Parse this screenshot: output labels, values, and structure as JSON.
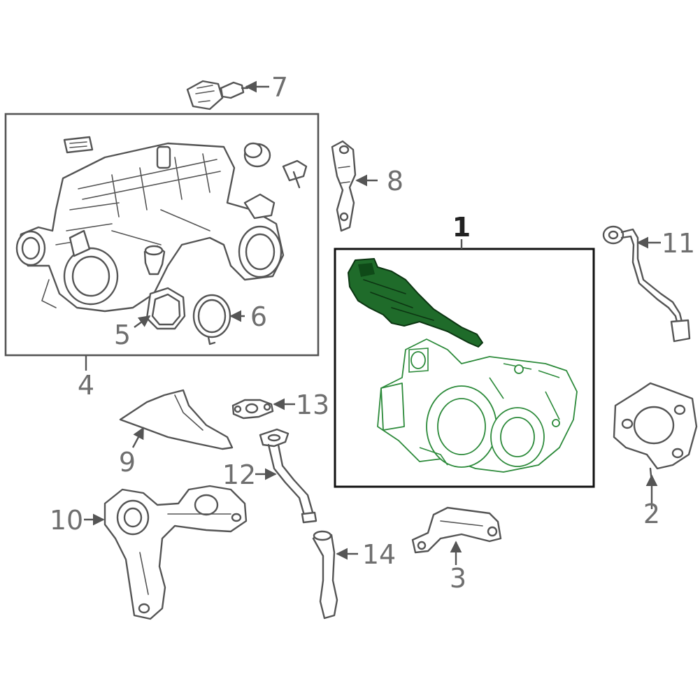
{
  "diagram": {
    "callouts": {
      "c1": "1",
      "c2": "2",
      "c3": "3",
      "c4": "4",
      "c5": "5",
      "c6": "6",
      "c7": "7",
      "c8": "8",
      "c9": "9",
      "c10": "10",
      "c11": "11",
      "c12": "12",
      "c13": "13",
      "c14": "14"
    },
    "colors": {
      "highlight": "#1f6b2a",
      "outline": "#555555",
      "background": "#ffffff"
    }
  }
}
